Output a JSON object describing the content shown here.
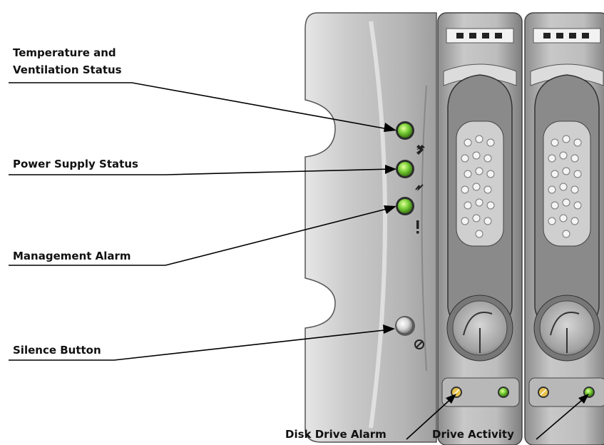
{
  "labels": {
    "temperature_line1": "Temperature and",
    "temperature_line2": "Ventilation Status",
    "power_supply": "Power Supply Status",
    "management_alarm": "Management Alarm",
    "silence_button": "Silence Button",
    "disk_drive_alarm": "Disk Drive Alarm",
    "drive_activity": "Drive Activity"
  },
  "leds": {
    "status_color": "#7bd13a",
    "drive_activity_color": "#6cc829",
    "disk_alarm_color": "#e8c24a"
  },
  "icons": [
    "fan-icon",
    "power-icon",
    "alert-icon",
    "silence-icon"
  ]
}
